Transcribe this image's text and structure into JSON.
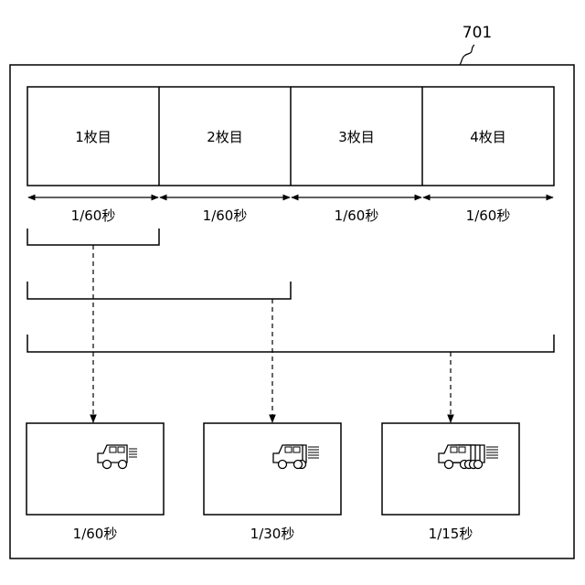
{
  "figure": {
    "reference_numeral": "701",
    "frames": [
      {
        "label": "1枚目",
        "duration": "1/60秒"
      },
      {
        "label": "2枚目",
        "duration": "1/60秒"
      },
      {
        "label": "3枚目",
        "duration": "1/60秒"
      },
      {
        "label": "4枚目",
        "duration": "1/60秒"
      }
    ],
    "composites": [
      {
        "frames_combined": 1,
        "result_label": "1/60秒"
      },
      {
        "frames_combined": 2,
        "result_label": "1/30秒"
      },
      {
        "frames_combined": 4,
        "result_label": "1/15秒"
      }
    ],
    "icons": [
      "car-icon"
    ]
  }
}
